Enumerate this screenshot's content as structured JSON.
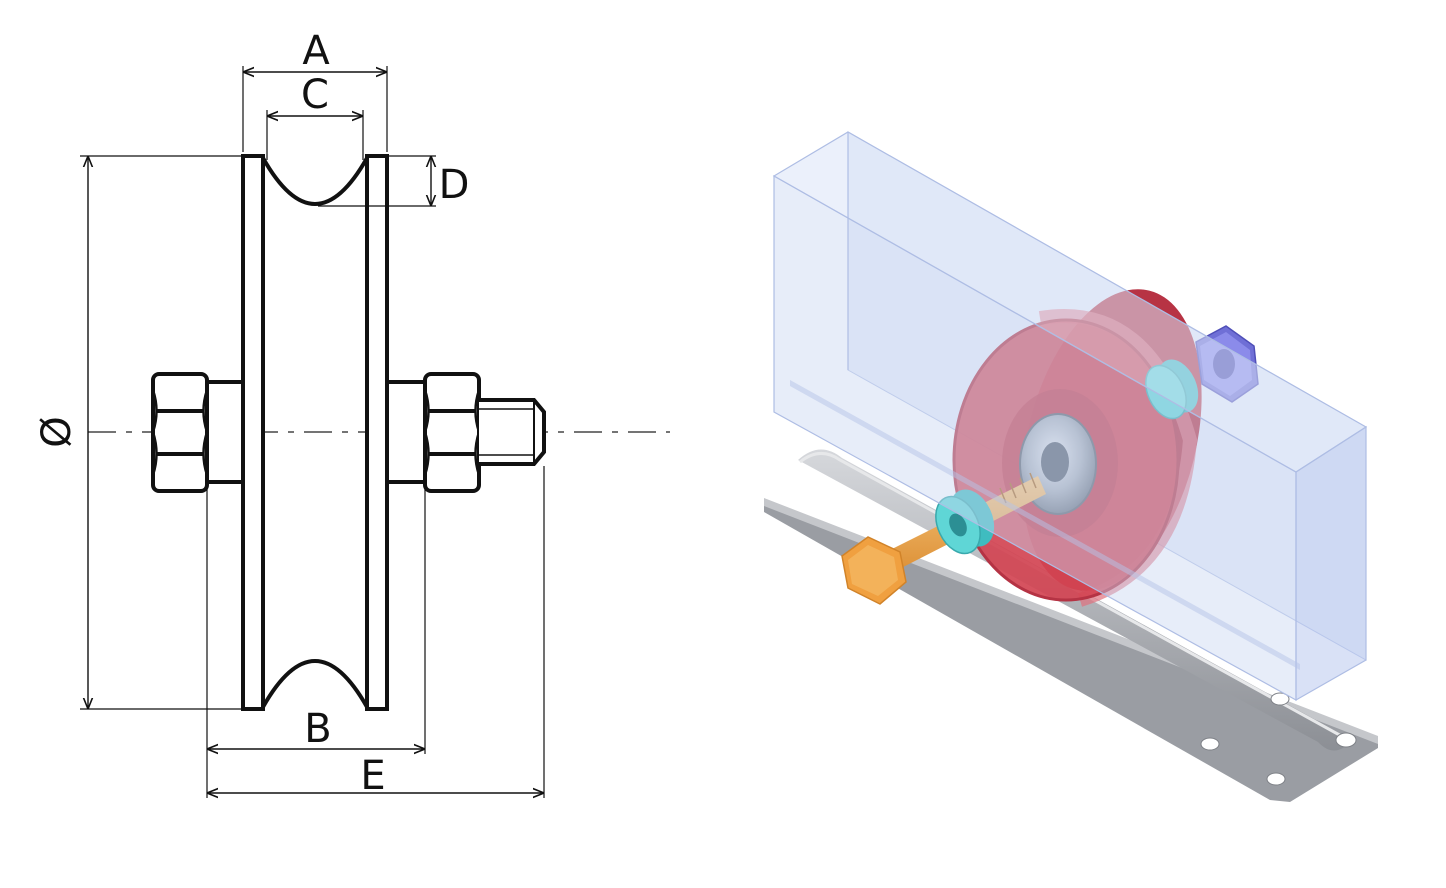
{
  "drawing": {
    "labels": {
      "width_overall": "A",
      "groove_width": "C",
      "groove_depth": "D",
      "diameter": "Ø",
      "hub_width": "B",
      "total_length": "E"
    }
  },
  "colors": {
    "outline": "#111111",
    "centerline": "#222222",
    "wheel": "#d24452",
    "bolt": "#f0a040",
    "spacer": "#5fd6d6",
    "nut": "#7f7fe0",
    "rail": "#a9abb0",
    "housing": "#c9d6f2"
  }
}
